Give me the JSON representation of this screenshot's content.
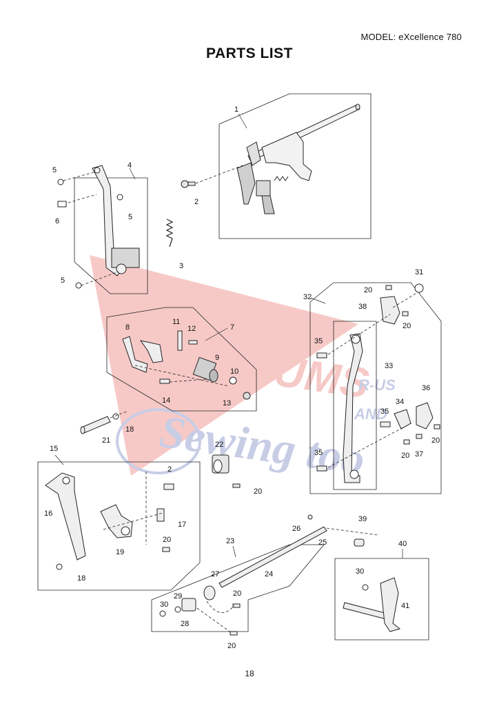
{
  "header": {
    "model": "MODEL: eXcellence 780",
    "title": "PARTS LIST"
  },
  "footer": {
    "page_number": "18"
  },
  "watermark": {
    "line1": "VACUUMS",
    "line2": "Sewing too",
    "tag_a": "R-US",
    "tag_b": "AND",
    "red": "#e2403a",
    "blue": "#3c4fa8"
  },
  "callouts": [
    {
      "id": "c1",
      "text": "1"
    },
    {
      "id": "c2a",
      "text": "2"
    },
    {
      "id": "c3",
      "text": "3"
    },
    {
      "id": "c4",
      "text": "4"
    },
    {
      "id": "c5a",
      "text": "5"
    },
    {
      "id": "c5b",
      "text": "5"
    },
    {
      "id": "c5c",
      "text": "5"
    },
    {
      "id": "c6",
      "text": "6"
    },
    {
      "id": "c7",
      "text": "7"
    },
    {
      "id": "c8",
      "text": "8"
    },
    {
      "id": "c9",
      "text": "9"
    },
    {
      "id": "c10",
      "text": "10"
    },
    {
      "id": "c11",
      "text": "11"
    },
    {
      "id": "c12",
      "text": "12"
    },
    {
      "id": "c13",
      "text": "13"
    },
    {
      "id": "c14",
      "text": "14"
    },
    {
      "id": "c15",
      "text": "15"
    },
    {
      "id": "c16",
      "text": "16"
    },
    {
      "id": "c17",
      "text": "17"
    },
    {
      "id": "c18a",
      "text": "18"
    },
    {
      "id": "c18b",
      "text": "18"
    },
    {
      "id": "c19",
      "text": "19"
    },
    {
      "id": "c2b",
      "text": "2"
    },
    {
      "id": "c20a",
      "text": "20"
    },
    {
      "id": "c20b",
      "text": "20"
    },
    {
      "id": "c20c",
      "text": "20"
    },
    {
      "id": "c20d",
      "text": "20"
    },
    {
      "id": "c20e",
      "text": "20"
    },
    {
      "id": "c20f",
      "text": "20"
    },
    {
      "id": "c20g",
      "text": "20"
    },
    {
      "id": "c20h",
      "text": "20"
    },
    {
      "id": "c21",
      "text": "21"
    },
    {
      "id": "c22",
      "text": "22"
    },
    {
      "id": "c23",
      "text": "23"
    },
    {
      "id": "c24",
      "text": "24"
    },
    {
      "id": "c25",
      "text": "25"
    },
    {
      "id": "c26",
      "text": "26"
    },
    {
      "id": "c27",
      "text": "27"
    },
    {
      "id": "c28",
      "text": "28"
    },
    {
      "id": "c29",
      "text": "29"
    },
    {
      "id": "c30a",
      "text": "30"
    },
    {
      "id": "c30b",
      "text": "30"
    },
    {
      "id": "c31",
      "text": "31"
    },
    {
      "id": "c32",
      "text": "32"
    },
    {
      "id": "c33",
      "text": "33"
    },
    {
      "id": "c34",
      "text": "34"
    },
    {
      "id": "c35a",
      "text": "35"
    },
    {
      "id": "c35b",
      "text": "35"
    },
    {
      "id": "c35c",
      "text": "35"
    },
    {
      "id": "c36",
      "text": "36"
    },
    {
      "id": "c37",
      "text": "37"
    },
    {
      "id": "c38",
      "text": "38"
    },
    {
      "id": "c39",
      "text": "39"
    },
    {
      "id": "c40",
      "text": "40"
    },
    {
      "id": "c41",
      "text": "41"
    }
  ]
}
